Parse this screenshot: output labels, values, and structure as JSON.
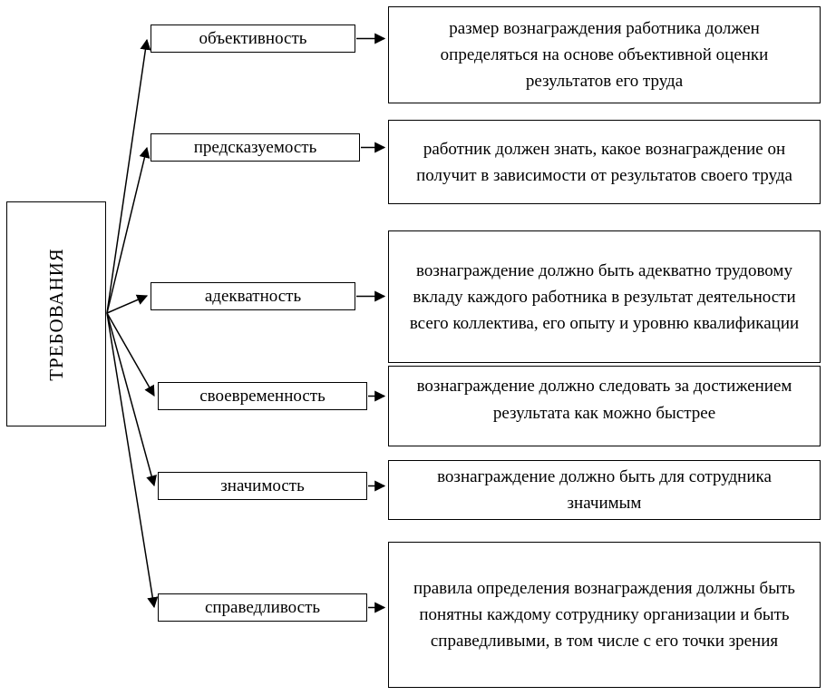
{
  "diagram": {
    "root_label": "ТРЕБОВАНИЯ",
    "rows": [
      {
        "label": "объективность",
        "description": "размер вознаграждения работника должен определяться на основе объективной оценки результатов его труда"
      },
      {
        "label": "предсказуемость",
        "description": "работник должен знать, какое вознаграждение он получит в зависимости от результатов своего труда"
      },
      {
        "label": "адекватность",
        "description": "вознаграждение должно быть адекватно трудовому вкладу каждого работника в результат деятельности всего коллектива, его опыту и уровню квалификации"
      },
      {
        "label": "своевременность",
        "description": "вознаграждение должно следовать за достижением результата как можно быстрее"
      },
      {
        "label": "значимость",
        "description": "вознаграждение должно быть для сотрудника значимым"
      },
      {
        "label": "справедливость",
        "description": "правила определения вознаграждения должны быть понятны каждому сотруднику организации и быть справедливыми, в том числе с его точки зрения"
      }
    ],
    "colors": {
      "border": "#000000",
      "background": "#ffffff",
      "text": "#000000"
    }
  }
}
